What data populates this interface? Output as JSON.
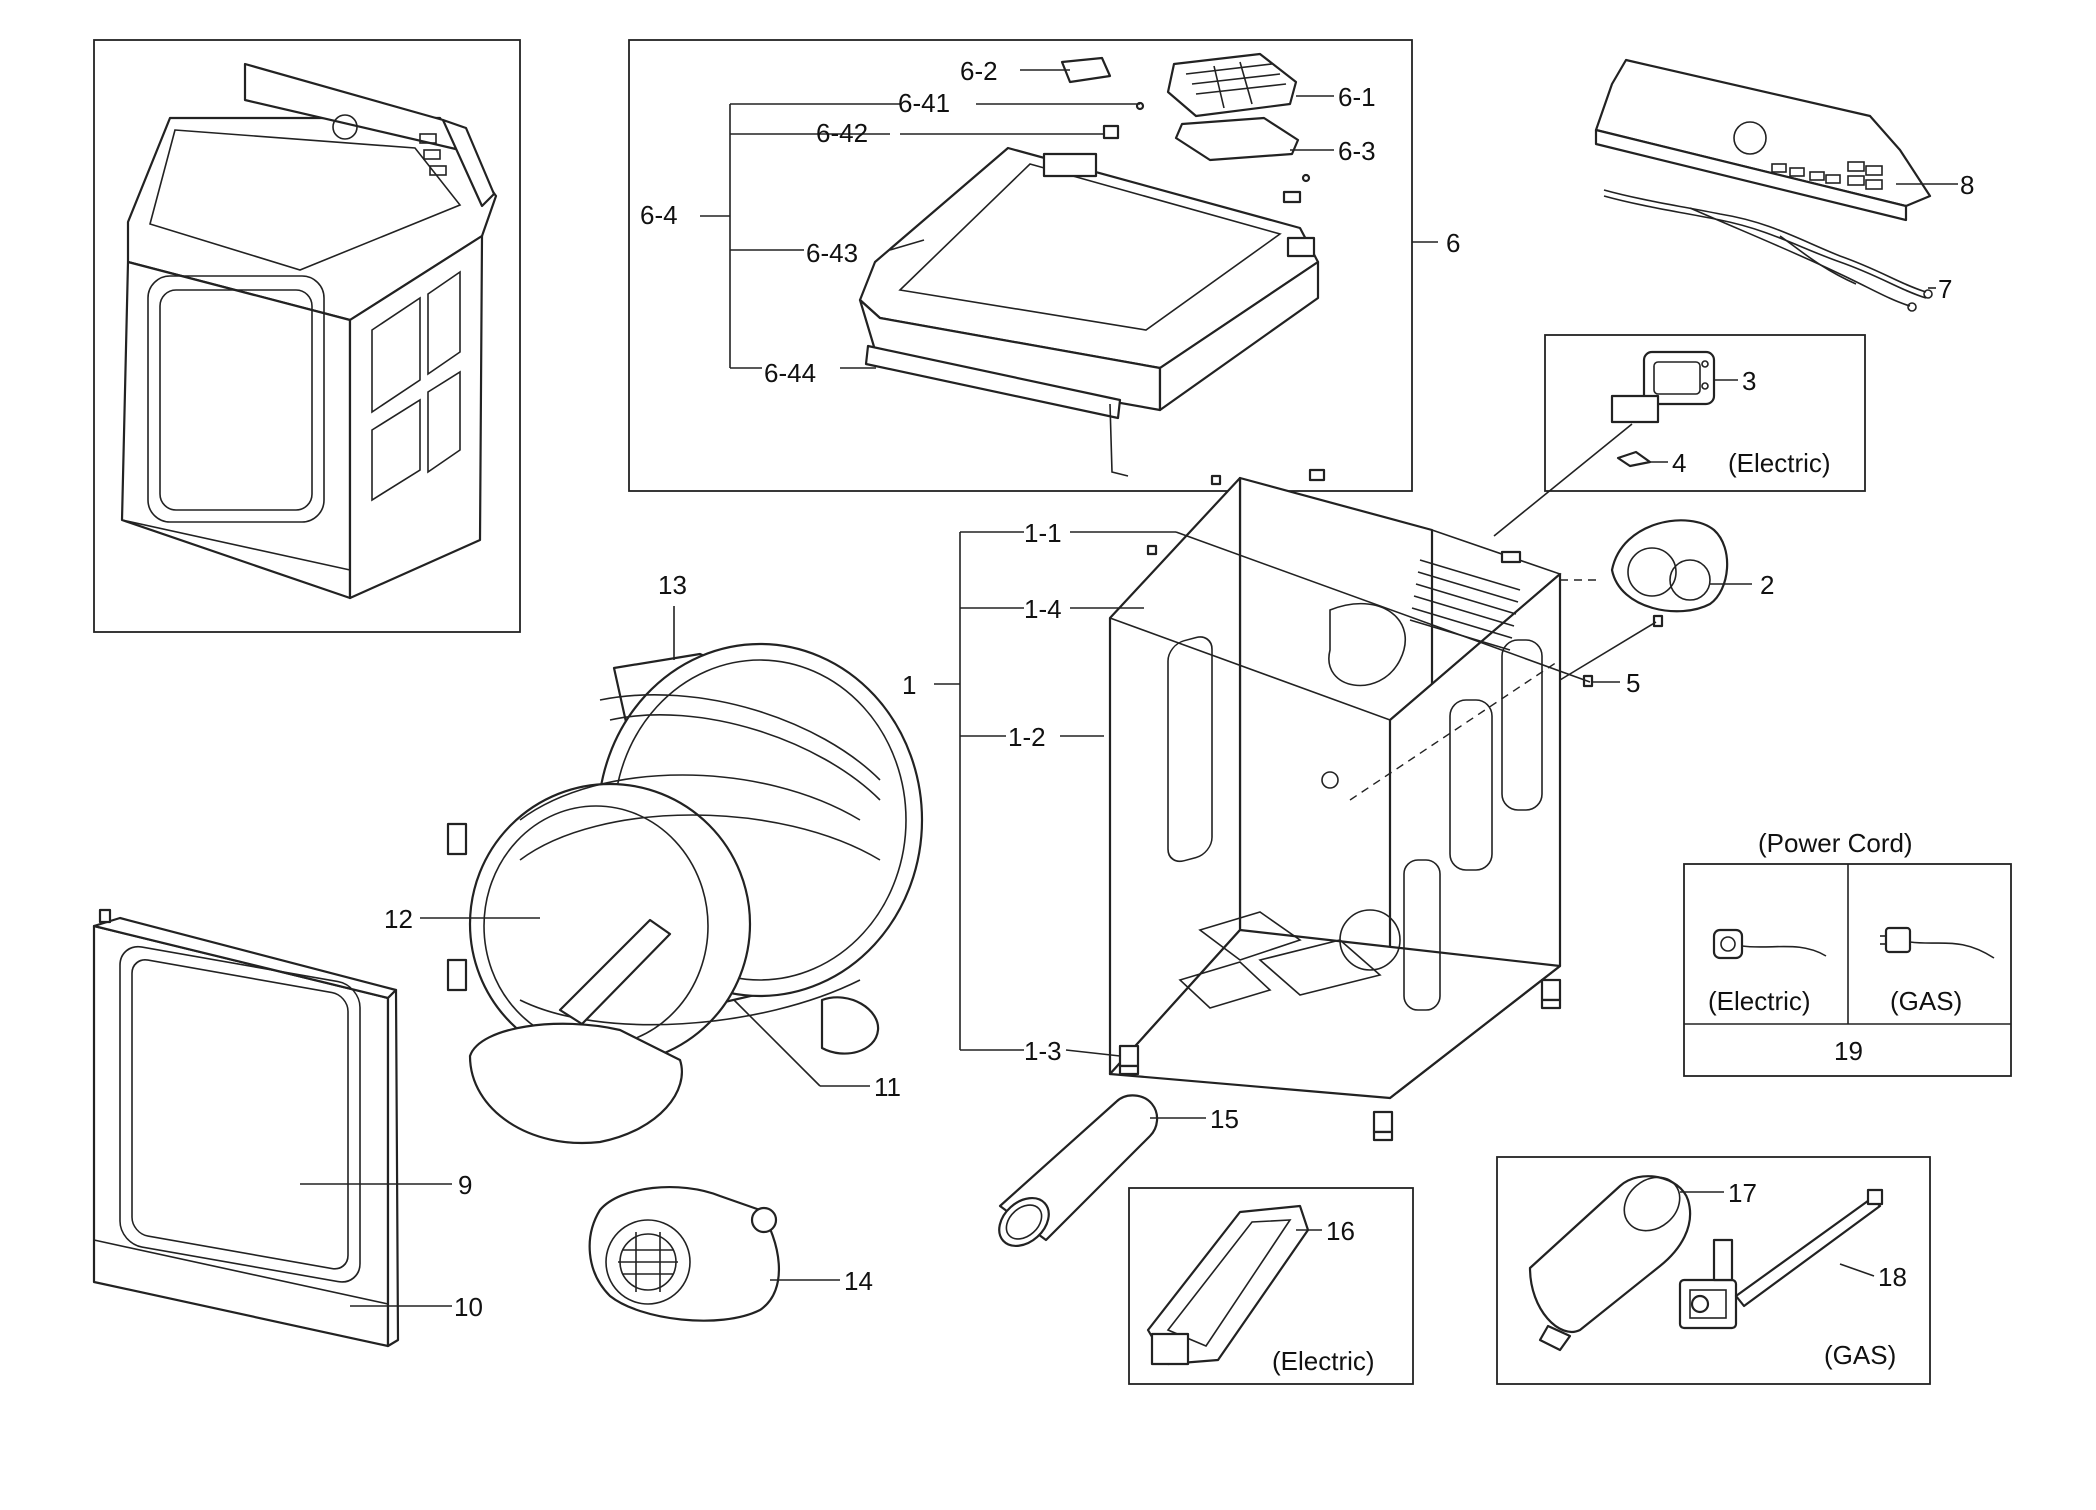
{
  "callouts": {
    "c1": "1",
    "c1_1": "1-1",
    "c1_2": "1-2",
    "c1_3": "1-3",
    "c1_4": "1-4",
    "c2": "2",
    "c3": "3",
    "c4": "4",
    "c5": "5",
    "c6": "6",
    "c6_1": "6-1",
    "c6_2": "6-2",
    "c6_3": "6-3",
    "c6_4": "6-4",
    "c6_41": "6-41",
    "c6_42": "6-42",
    "c6_43": "6-43",
    "c6_44": "6-44",
    "c7": "7",
    "c8": "8",
    "c9": "9",
    "c10": "10",
    "c11": "11",
    "c12": "12",
    "c13": "13",
    "c14": "14",
    "c15": "15",
    "c16": "16",
    "c17": "17",
    "c18": "18",
    "c19": "19"
  },
  "labels": {
    "filter_box": "(Electric)",
    "power_cord_title": "(Power Cord)",
    "power_cord_electric": "(Electric)",
    "power_cord_gas": "(GAS)",
    "heater_box": "(Electric)",
    "gas_box": "(GAS)"
  }
}
